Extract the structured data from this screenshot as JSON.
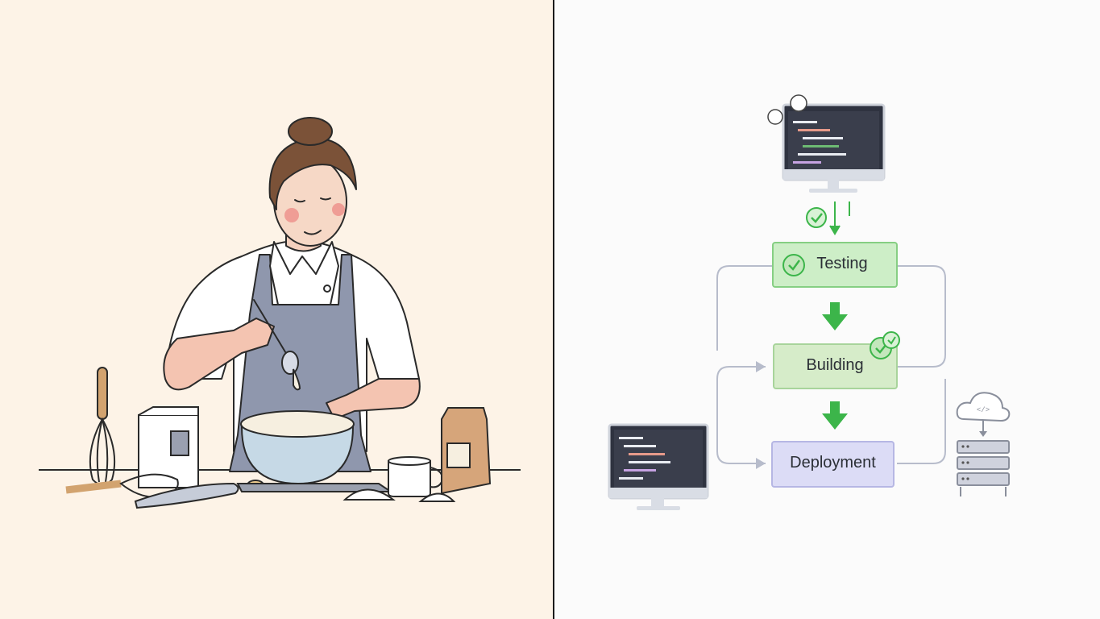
{
  "colors": {
    "left_background": "#fdf3e7",
    "right_background": "#fbfbfb",
    "divider": "#1b1b1b",
    "apron": "#8f97ad",
    "hair": "#7b5238",
    "arrow_green": "#3cb54a",
    "testing_fill": "#cdeec7",
    "building_fill": "#d6ecc9",
    "deployment_fill": "#dcdcf6",
    "connector": "#b7bccb",
    "monitor_screen": "#3a3e4c"
  },
  "left_panel": {
    "subject": "chef",
    "icons": [
      "whisk-icon",
      "mixing-bowl-icon",
      "spoon-icon",
      "flour-bag-icon",
      "measuring-cup-icon",
      "flour-box-icon",
      "whisk-lying-icon",
      "rolling-pin-icon"
    ]
  },
  "pipeline": {
    "stages": [
      {
        "id": "testing",
        "label": "Testing"
      },
      {
        "id": "building",
        "label": "Building"
      },
      {
        "id": "deployment",
        "label": "Deployment"
      }
    ],
    "icons": [
      "code-monitor-icon",
      "cloud-icon",
      "server-rack-icon",
      "check-circle-icon",
      "down-arrow-icon"
    ]
  }
}
